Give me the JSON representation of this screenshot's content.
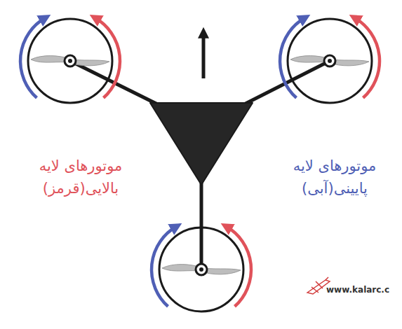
{
  "diagram": {
    "labels": [
      "موتورهای لایه بالایی(قرمز)",
      "موتورهای لایه پایینی(آبی)",
      "www.kalarc.c"
    ]
  }
}
